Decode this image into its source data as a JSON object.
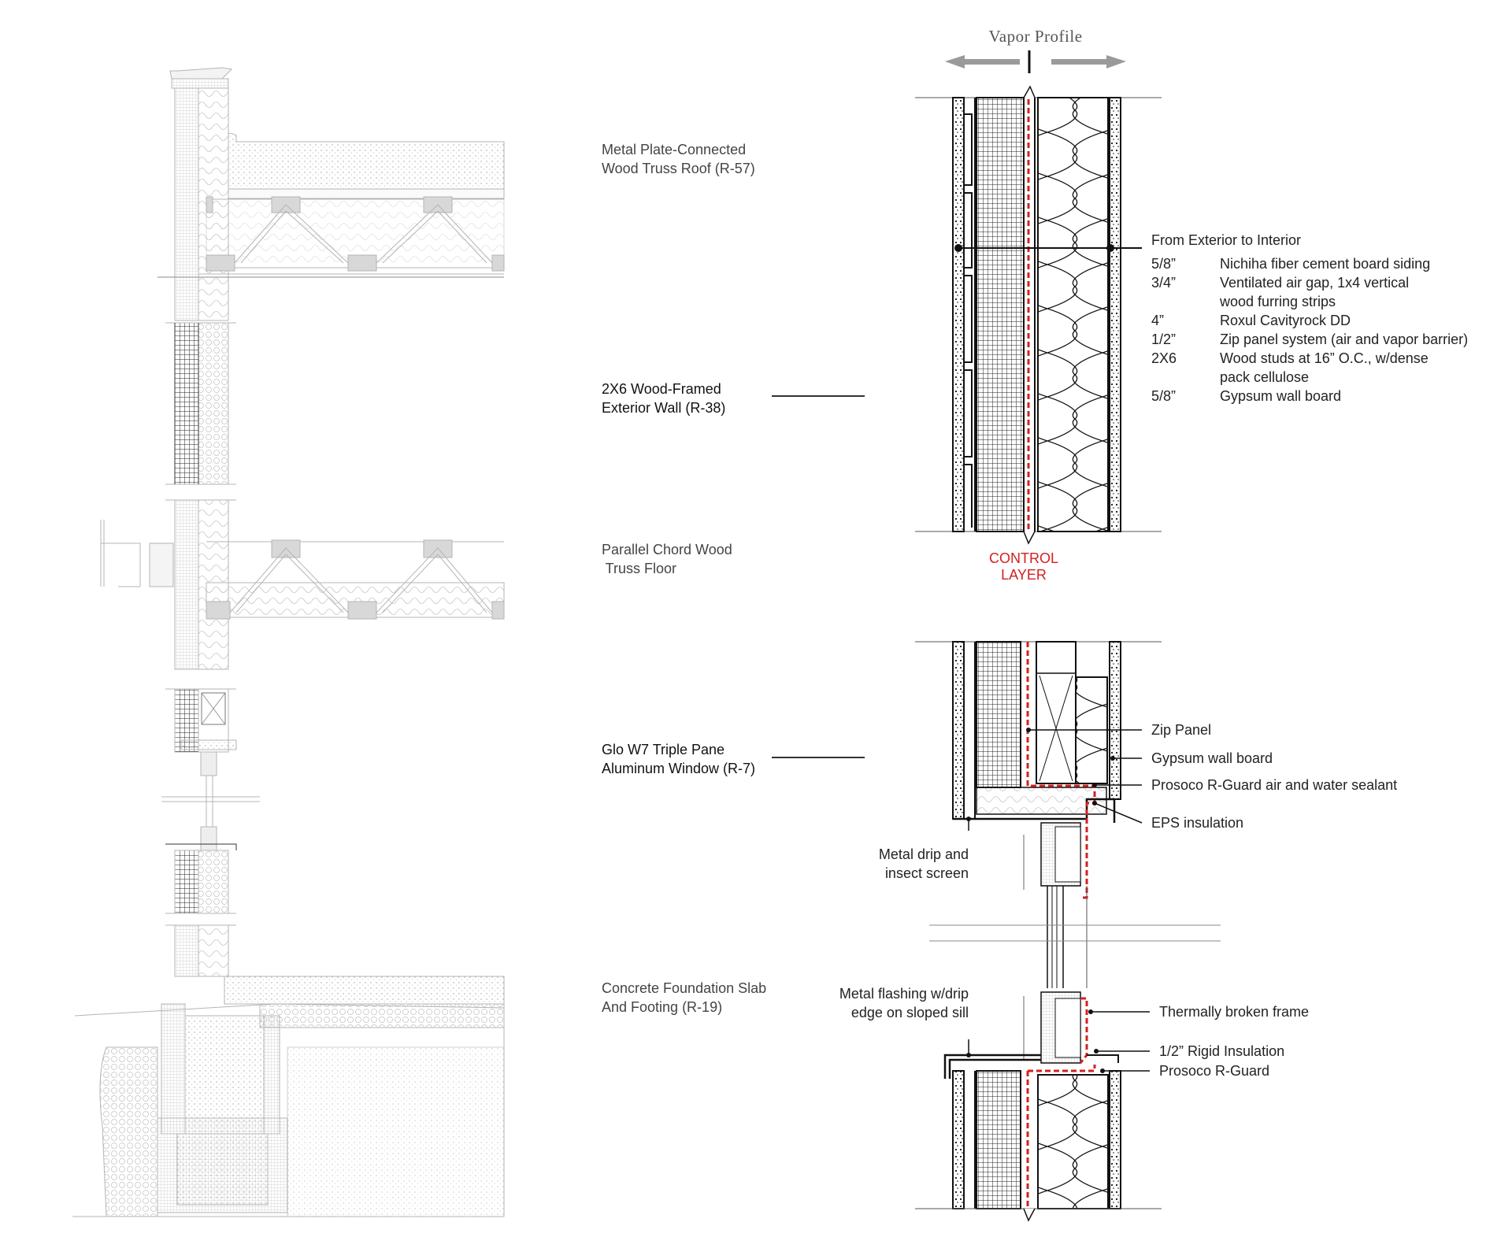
{
  "section_labels": {
    "roof": [
      "Metal Plate-Connected",
      "Wood Truss Roof (R-57)"
    ],
    "wall": [
      "2X6 Wood-Framed",
      "Exterior Wall (R-38)"
    ],
    "floor": [
      "Parallel Chord Wood",
      " Truss Floor"
    ],
    "window": [
      "Glo W7 Triple Pane",
      "Aluminum Window (R-7)"
    ],
    "foundation": [
      "Concrete Foundation Slab",
      "And Footing (R-19)"
    ]
  },
  "wall_detail": {
    "vapor_profile": "Vapor Profile",
    "control_layer": "CONTROL LAYER",
    "assembly_heading": "From Exterior to Interior",
    "layers": [
      {
        "dim": "5/8”",
        "desc": "Nichiha fiber cement board siding"
      },
      {
        "dim": "3/4”",
        "desc": "Ventilated air gap, 1x4 vertical"
      },
      {
        "dim": "",
        "desc": "wood furring strips"
      },
      {
        "dim": "4”",
        "desc": "Roxul Cavityrock DD"
      },
      {
        "dim": "1/2”",
        "desc": "Zip panel system (air and vapor barrier)"
      },
      {
        "dim": "2X6",
        "desc": "Wood studs at 16” O.C., w/dense"
      },
      {
        "dim": "",
        "desc": "pack cellulose"
      },
      {
        "dim": "5/8”",
        "desc": "Gypsum wall board"
      }
    ]
  },
  "window_detail": {
    "callouts_right": {
      "zip_panel": "Zip Panel",
      "gypsum": "Gypsum wall board",
      "prosoco_sealant": "Prosoco R-Guard air and water sealant",
      "eps": "EPS insulation",
      "frame": "Thermally broken frame",
      "rigid": "1/2” Rigid Insulation",
      "prosoco": "Prosoco R-Guard"
    },
    "callouts_left": {
      "drip": [
        "Metal drip and",
        "insect screen"
      ],
      "flashing": [
        "Metal flashing w/drip",
        "edge on sloped sill"
      ]
    }
  },
  "colors": {
    "control_layer": "#d42020",
    "line_dark": "#111111",
    "line_light": "#bdbdbd",
    "arrow_gray": "#9a9a9a"
  }
}
